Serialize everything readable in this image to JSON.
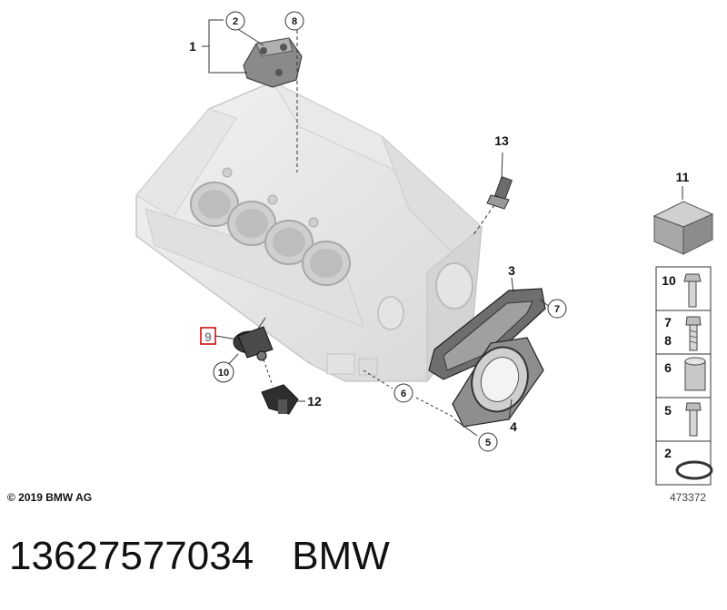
{
  "callouts": {
    "c1": "1",
    "c2": "2",
    "c3": "3",
    "c4": "4",
    "c5": "5",
    "c6": "6",
    "c7": "7",
    "c8": "8",
    "c9": "9",
    "c10": "10",
    "c11": "11",
    "c12": "12",
    "c13": "13"
  },
  "legend": {
    "l10": "10",
    "l7": "7",
    "l8": "8",
    "l6": "6",
    "l5": "5",
    "l2": "2"
  },
  "highlight_color": "#cc0000",
  "footer": {
    "copyright": "© 2019 BMW AG",
    "diagram_number": "473372"
  },
  "part": {
    "number": "13627577034",
    "brand": "BMW"
  }
}
